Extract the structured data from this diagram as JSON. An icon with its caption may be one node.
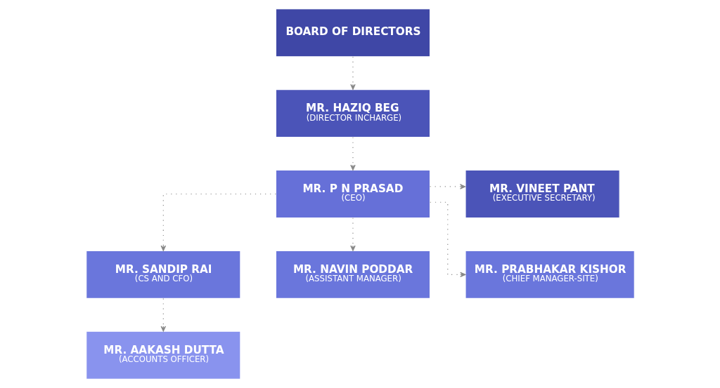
{
  "diagram": {
    "nodes": [
      {
        "text": [
          "BOARD OF DIRECTORS"
        ]
      },
      {
        "text": [
          "MR. HAZIQ BEG",
          "(DIRECTOR INCHARGE)"
        ]
      },
      {
        "text": [
          "MR. P N PRASAD",
          "(CEO)"
        ]
      },
      {
        "text": [
          "MR. VINEET PANT",
          "(EXECUTIVE SECRETARY)"
        ]
      },
      {
        "text": [
          "MR. SANDIP RAI",
          "(CS AND CFO)"
        ]
      },
      {
        "text": [
          "MR. NAVIN PODDAR",
          "(ASSISTANT MANAGER)"
        ]
      },
      {
        "text": [
          "MR. PRABHAKAR KISHOR",
          "(CHIEF MANAGER-SITE)"
        ]
      },
      {
        "text": [
          "MR. AAKASH DUTTA",
          "(ACCOUNTS OFFICER)"
        ]
      }
    ],
    "edges": [
      {
        "from": 0,
        "to": 1,
        "arrow": "to"
      },
      {
        "from": 1,
        "to": 2,
        "arrow": "to"
      },
      {
        "from": 2,
        "to": 3,
        "arrow": "to"
      },
      {
        "from": 2,
        "to": 4,
        "arrow": "to"
      },
      {
        "from": 2,
        "to": 5,
        "arrow": "to"
      },
      {
        "from": 2,
        "to": 6,
        "arrow": "to"
      },
      {
        "from": 4,
        "to": 7,
        "arrow": "to"
      }
    ]
  }
}
